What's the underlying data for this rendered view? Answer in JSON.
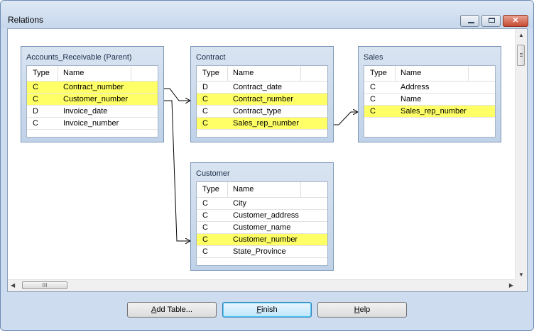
{
  "window": {
    "title": "Relations"
  },
  "tables": {
    "accounts": {
      "title": "Accounts_Receivable (Parent)",
      "header": {
        "type": "Type",
        "name": "Name"
      },
      "rows": [
        {
          "type": "C",
          "name": "Contract_number",
          "highlighted": true
        },
        {
          "type": "C",
          "name": "Customer_number",
          "highlighted": true
        },
        {
          "type": "D",
          "name": "Invoice_date",
          "highlighted": false
        },
        {
          "type": "C",
          "name": "Invoice_number",
          "highlighted": false
        }
      ]
    },
    "contract": {
      "title": "Contract",
      "header": {
        "type": "Type",
        "name": "Name"
      },
      "rows": [
        {
          "type": "D",
          "name": "Contract_date",
          "highlighted": false
        },
        {
          "type": "C",
          "name": "Contract_number",
          "highlighted": true
        },
        {
          "type": "C",
          "name": "Contract_type",
          "highlighted": false
        },
        {
          "type": "C",
          "name": "Sales_rep_number",
          "highlighted": true
        }
      ]
    },
    "sales": {
      "title": "Sales",
      "header": {
        "type": "Type",
        "name": "Name"
      },
      "rows": [
        {
          "type": "C",
          "name": "Address",
          "highlighted": false
        },
        {
          "type": "C",
          "name": "Name",
          "highlighted": false
        },
        {
          "type": "C",
          "name": "Sales_rep_number",
          "highlighted": true
        }
      ]
    },
    "customer": {
      "title": "Customer",
      "header": {
        "type": "Type",
        "name": "Name"
      },
      "rows": [
        {
          "type": "C",
          "name": "City",
          "highlighted": false
        },
        {
          "type": "C",
          "name": "Customer_address",
          "highlighted": false
        },
        {
          "type": "C",
          "name": "Customer_name",
          "highlighted": false
        },
        {
          "type": "C",
          "name": "Customer_number",
          "highlighted": true
        },
        {
          "type": "C",
          "name": "State_Province",
          "highlighted": false
        }
      ]
    }
  },
  "scrollbar": {
    "h_thumb_grip": "III"
  },
  "buttons": {
    "add_table": {
      "mnemonic": "A",
      "rest": "dd Table..."
    },
    "finish": {
      "mnemonic": "F",
      "rest": "inish"
    },
    "help": {
      "mnemonic": "H",
      "rest": "elp"
    }
  },
  "colors": {
    "highlight": "#ffff66",
    "panel": "#cddcee",
    "table_header": "#c8d8ec"
  }
}
